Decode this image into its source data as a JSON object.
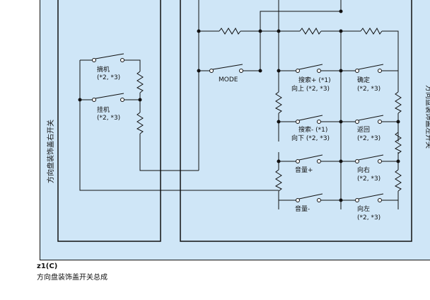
{
  "colors": {
    "panel_bg": "#cfe6f7",
    "line": "#111111"
  },
  "side_labels": {
    "left": "方向盘装饰盖右开关",
    "right": "方向盘装饰盖左开关"
  },
  "left_switches": [
    {
      "line1": "摘机",
      "line2": "(*2, *3)"
    },
    {
      "line1": "挂机",
      "line2": "(*2, *3)"
    }
  ],
  "mode_label": "MODE",
  "grid_switches": [
    {
      "line1": "搜索+ (*1)",
      "line2": "向上 (*2, *3)"
    },
    {
      "line1": "确定",
      "line2": "(*2, *3)"
    },
    {
      "line1": "搜索- (*1)",
      "line2": "向下 (*2, *3)"
    },
    {
      "line1": "返回",
      "line2": "(*2, *3)"
    },
    {
      "line1": "音量+",
      "line2": ""
    },
    {
      "line1": "向右",
      "line2": "(*2, *3)"
    },
    {
      "line1": "音量-",
      "line2": ""
    },
    {
      "line1": "向左",
      "line2": "(*2, *3)"
    }
  ],
  "caption": {
    "code": "z1(C)",
    "title": "方向盘装饰盖开关总成"
  }
}
